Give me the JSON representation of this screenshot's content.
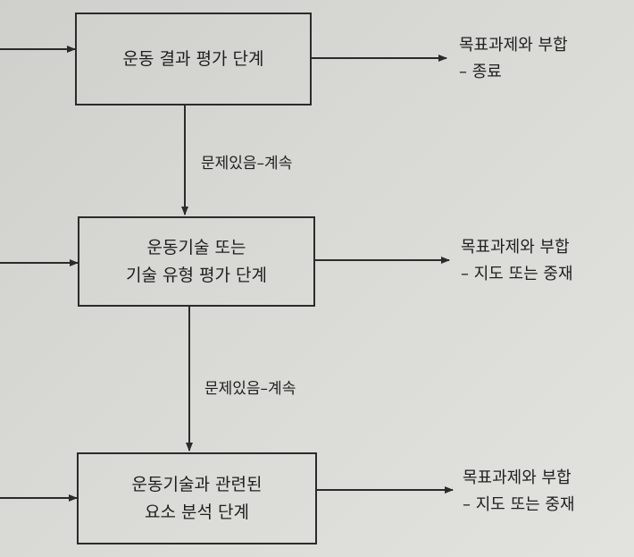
{
  "diagram": {
    "stages": [
      {
        "lines": [
          "운동 결과 평가 단계"
        ]
      },
      {
        "lines": [
          "운동기술 또는",
          "기술 유형 평가 단계"
        ]
      },
      {
        "lines": [
          "운동기술과 관련된",
          "요소 분석 단계"
        ]
      }
    ],
    "outcomes": [
      {
        "line1": "목표과제와 부합",
        "line2": "– 종료"
      },
      {
        "line1": "목표과제와 부합",
        "line2": "– 지도 또는 중재"
      },
      {
        "line1": "목표과제와 부합",
        "line2": "– 지도 또는 중재"
      }
    ],
    "continue_labels": [
      "문제있음–계속",
      "문제있음–계속"
    ],
    "colors": {
      "line": "#2b2b2b",
      "background": "#d8d8d4"
    }
  }
}
